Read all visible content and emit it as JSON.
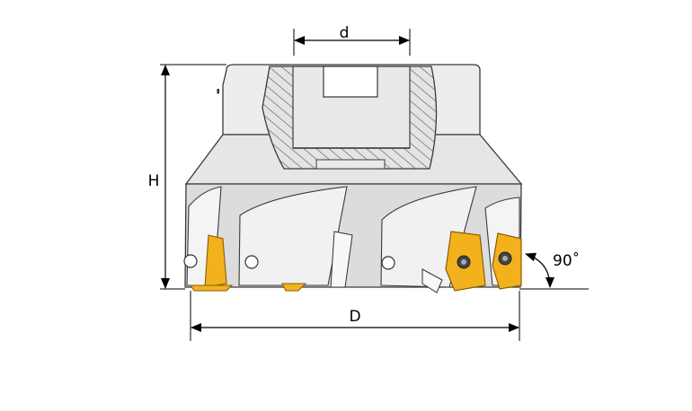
{
  "labels": {
    "bore_diameter": "d",
    "height": "H",
    "cutter_diameter": "D",
    "lead_angle": "90˚"
  },
  "colors": {
    "body": "#e9e9e9",
    "body_dark": "#d2d2d2",
    "outline": "#3a3a3a",
    "insert": "#f2b11d",
    "insert_dark": "#c98a0c",
    "hatch": "#555555"
  }
}
